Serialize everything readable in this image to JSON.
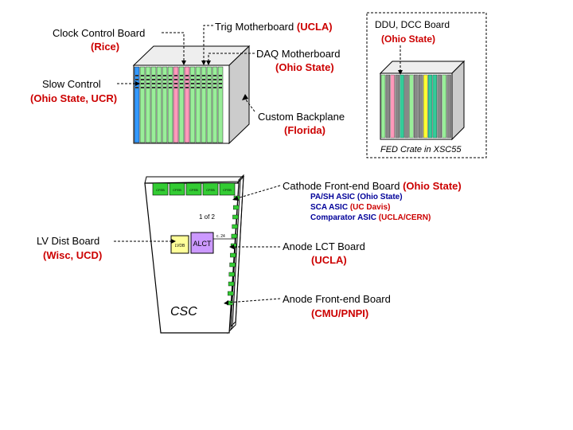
{
  "labels": {
    "clock_control": {
      "name": "Clock Control Board",
      "org": "(Rice)"
    },
    "trig_motherboard": {
      "name": "Trig Motherboard",
      "org": "(UCLA)"
    },
    "daq_motherboard": {
      "name": "DAQ Motherboard",
      "org": "(Ohio State)"
    },
    "slow_control": {
      "name": "Slow Control",
      "org": "(Ohio State, UCR)"
    },
    "custom_backplane": {
      "name": "Custom Backplane",
      "org": "(Florida)"
    },
    "ddu_dcc": {
      "name": "DDU, DCC Board",
      "org": "(Ohio State)"
    },
    "fed_crate": "FED Crate in XSC55",
    "cathode_feb": {
      "name": "Cathode Front-end Board",
      "org": "(Ohio State)"
    },
    "asics": [
      {
        "name": "PA/SH ASIC",
        "org": "(Ohio State)",
        "org_color": "blue"
      },
      {
        "name": "SCA ASIC",
        "org": "(UC Davis)",
        "org_color": "red"
      },
      {
        "name": "Comparator ASIC",
        "org": "(UCLA/CERN)",
        "org_color": "red"
      }
    ],
    "lv_dist": {
      "name": "LV Dist Board",
      "org": "(Wisc, UCD)"
    },
    "anode_lct": {
      "name": "Anode LCT Board",
      "org": "(UCLA)"
    },
    "anode_feb": {
      "name": "Anode Front-end Board",
      "org": "(CMU/PNPI)"
    }
  },
  "csc": {
    "title": "CSC",
    "cfeb_label": "CFEB",
    "one_of_two": "1 of 2",
    "lvdb_label": "LVDB",
    "alct_label": "ALCT",
    "cable_label": "c. 24"
  },
  "colors": {
    "slot_green": "#99ee99",
    "slot_pink": "#ff99bb",
    "slot_blue": "#3399ff",
    "crate_top": "#eeeeee",
    "crate_side": "#cccccc",
    "cfeb_green": "#33cc33",
    "lvdb_yellow": "#ffff99",
    "alct_purple": "#cc99ff",
    "org_red": "#cc0000",
    "asic_blue": "#000099"
  }
}
